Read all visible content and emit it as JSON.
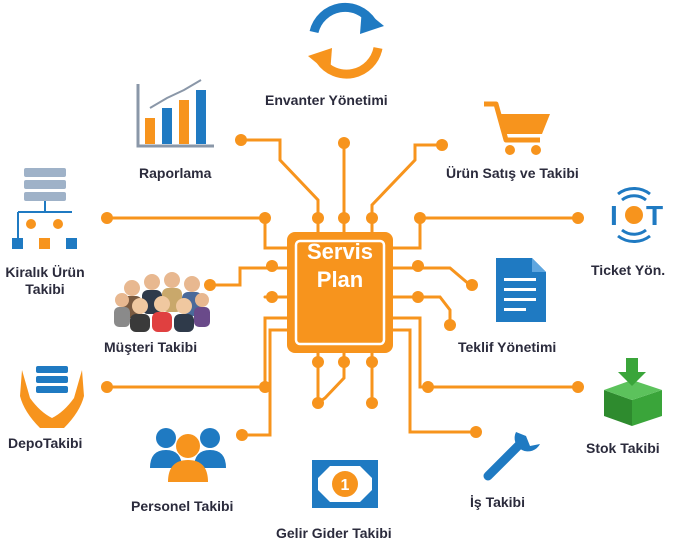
{
  "center": {
    "line1": "Servis",
    "line2": "Plan"
  },
  "labels": {
    "envanter": "Envanter Yönetimi",
    "raporlama": "Raporlama",
    "urun_satis": "Ürün Satış ve Takibi",
    "kiralik_1": "Kiralık Ürün",
    "kiralik_2": "Takibi",
    "ticket": "Ticket Yön.",
    "musteri": "Müşteri Takibi",
    "teklif": "Teklif Yönetimi",
    "depo": "DepoTakibi",
    "stok": "Stok Takibi",
    "personel": "Personel Takibi",
    "is": "İş Takibi",
    "gelir": "Gelir Gider Takibi"
  },
  "icon_text": {
    "iot": "I",
    "iot_t": "T",
    "money": "1"
  },
  "colors": {
    "orange": "#f7941d",
    "blue": "#1f7ac2",
    "green": "#3aa53a",
    "text": "#2b2b3c"
  }
}
